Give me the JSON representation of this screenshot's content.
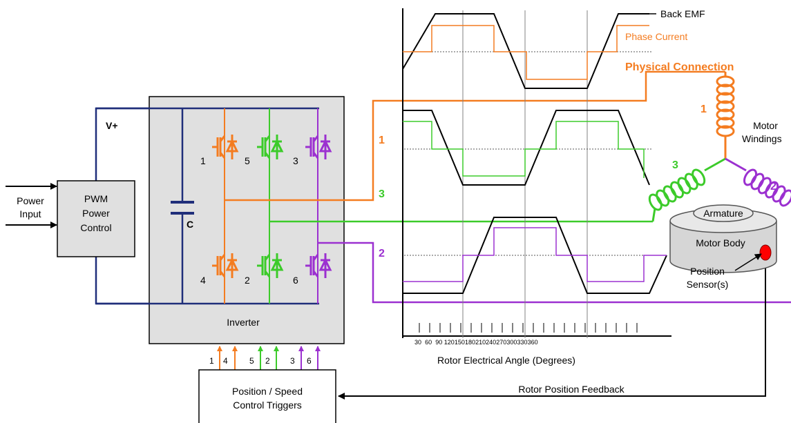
{
  "labels": {
    "power_input": [
      "Power",
      "Input"
    ],
    "pwm": [
      "PWM",
      "Power",
      "Control"
    ],
    "vplus": "V+",
    "capacitor": "C",
    "inverter": "Inverter",
    "controller": [
      "Position / Speed",
      "Control Triggers"
    ],
    "phase_1": "1",
    "phase_2": "2",
    "phase_3": "3",
    "back_emf": "Back EMF",
    "phase_current": "Phase Current",
    "physical_connection": "Physical Connection",
    "motor_windings": [
      "Motor",
      "Windings"
    ],
    "armature": "Armature",
    "motor_body": "Motor Body",
    "position_sensor": [
      "Position",
      "Sensor(s)"
    ],
    "rotor_feedback": "Rotor Position Feedback",
    "angle_axis": "Rotor Electrical Angle (Degrees)",
    "angle_ticks": [
      "30",
      "60",
      "90",
      "120",
      "150",
      "180",
      "210",
      "240",
      "270",
      "300",
      "330",
      "360"
    ],
    "switch_numbers": [
      "1",
      "5",
      "3",
      "4",
      "2",
      "6"
    ],
    "trigger_numbers": [
      "1",
      "4",
      "5",
      "2",
      "3",
      "6"
    ],
    "winding_numbers": [
      "1",
      "3",
      "2"
    ]
  },
  "colors": {
    "phase_1": "#F47C20",
    "phase_2": "#9B30D0",
    "phase_3": "#3CCB2A",
    "bus": "#1F2E7A",
    "box_fill": "#E0E0E0",
    "sensor": "#FF0000"
  }
}
